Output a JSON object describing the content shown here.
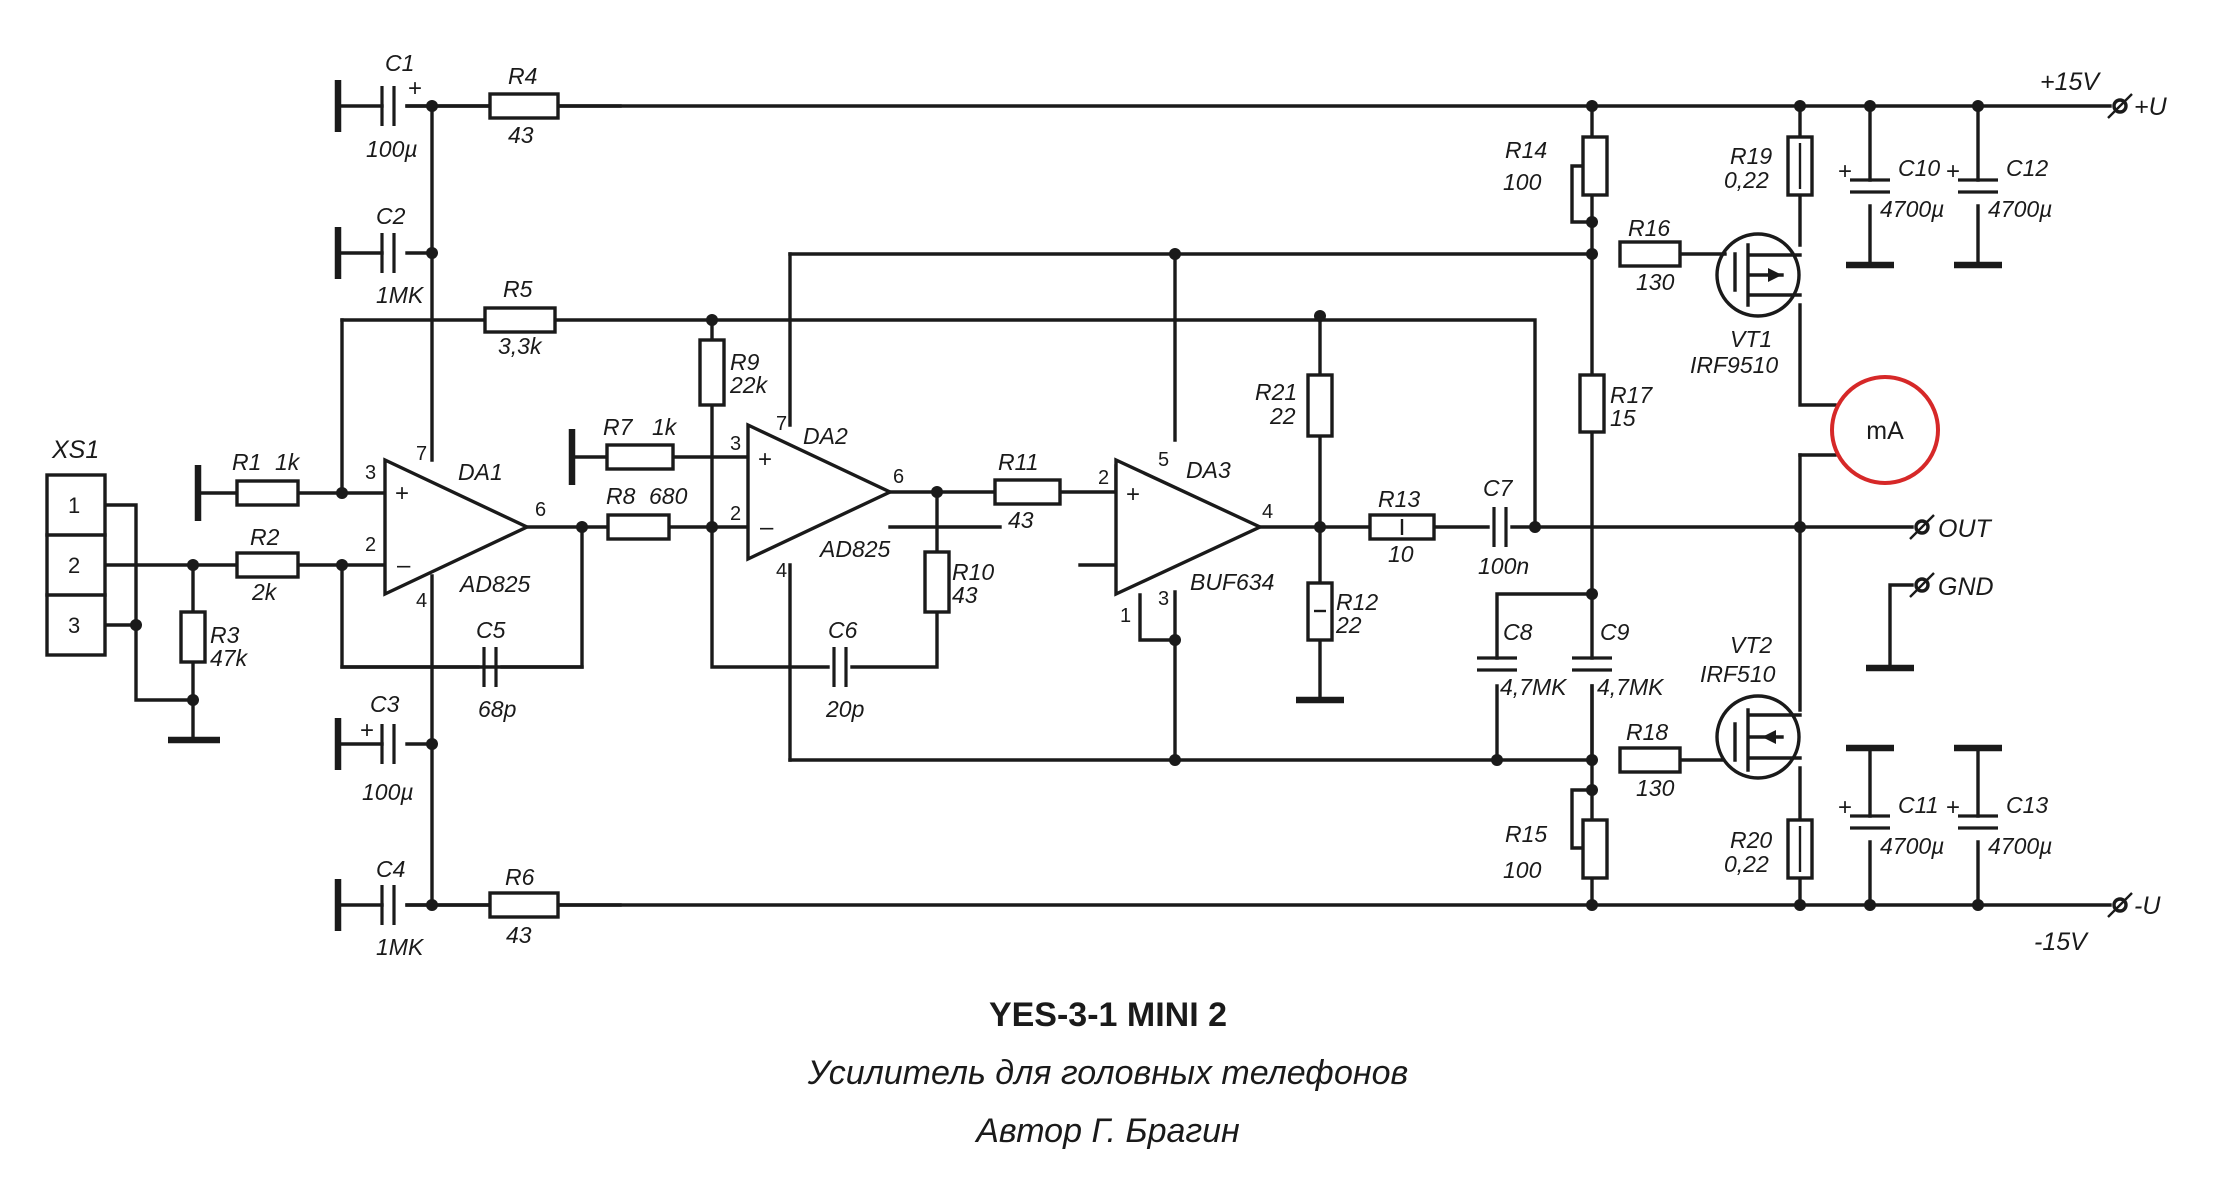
{
  "connector": {
    "ref": "XS1",
    "pins": [
      "1",
      "2",
      "3"
    ]
  },
  "opamps": {
    "da1": {
      "ref": "DA1",
      "type": "AD825",
      "pins": {
        "in_plus": "3",
        "in_minus": "2",
        "out": "6",
        "vplus": "7",
        "vminus": "4"
      }
    },
    "da2": {
      "ref": "DA2",
      "type": "AD825",
      "pins": {
        "in_plus": "3",
        "in_minus": "2",
        "out": "6",
        "vplus": "7",
        "vminus": "4"
      }
    },
    "da3": {
      "ref": "DA3",
      "type": "BUF634",
      "pins": {
        "in": "2",
        "out": "4",
        "vplus": "5",
        "vminus": "3",
        "bw": "1"
      }
    }
  },
  "resistors": {
    "r1": {
      "ref": "R1",
      "value": "1k"
    },
    "r2": {
      "ref": "R2",
      "value": "2k"
    },
    "r3": {
      "ref": "R3",
      "value": "47k"
    },
    "r4": {
      "ref": "R4",
      "value": "43"
    },
    "r5": {
      "ref": "R5",
      "value": "3,3k"
    },
    "r6": {
      "ref": "R6",
      "value": "43"
    },
    "r7": {
      "ref": "R7",
      "value": "1k"
    },
    "r8": {
      "ref": "R8",
      "value": "680"
    },
    "r9": {
      "ref": "R9",
      "value": "22k"
    },
    "r10": {
      "ref": "R10",
      "value": "43"
    },
    "r11": {
      "ref": "R11",
      "value": "43"
    },
    "r12": {
      "ref": "R12",
      "value": "22"
    },
    "r13": {
      "ref": "R13",
      "value": "10"
    },
    "r14": {
      "ref": "R14",
      "value": "100"
    },
    "r15": {
      "ref": "R15",
      "value": "100"
    },
    "r16": {
      "ref": "R16",
      "value": "130"
    },
    "r17": {
      "ref": "R17",
      "value": "15"
    },
    "r18": {
      "ref": "R18",
      "value": "130"
    },
    "r19": {
      "ref": "R19",
      "value": "0,22"
    },
    "r20": {
      "ref": "R20",
      "value": "0,22"
    },
    "r21": {
      "ref": "R21",
      "value": "22"
    }
  },
  "capacitors": {
    "c1": {
      "ref": "C1",
      "value": "100µ"
    },
    "c2": {
      "ref": "C2",
      "value": "1MK"
    },
    "c3": {
      "ref": "C3",
      "value": "100µ"
    },
    "c4": {
      "ref": "C4",
      "value": "1MK"
    },
    "c5": {
      "ref": "C5",
      "value": "68p"
    },
    "c6": {
      "ref": "C6",
      "value": "20p"
    },
    "c7": {
      "ref": "C7",
      "value": "100n"
    },
    "c8": {
      "ref": "C8",
      "value": "4,7MK"
    },
    "c9": {
      "ref": "C9",
      "value": "4,7MK"
    },
    "c10": {
      "ref": "C10",
      "value": "4700µ"
    },
    "c11": {
      "ref": "C11",
      "value": "4700µ"
    },
    "c12": {
      "ref": "C12",
      "value": "4700µ"
    },
    "c13": {
      "ref": "C13",
      "value": "4700µ"
    }
  },
  "transistors": {
    "vt1": {
      "ref": "VT1",
      "type": "IRF9510"
    },
    "vt2": {
      "ref": "VT2",
      "type": "IRF510"
    }
  },
  "meter": {
    "label": "mA",
    "circle_color": "#d62828"
  },
  "rails": {
    "pos_voltage": "+15V",
    "pos_terminal": "+U",
    "neg_voltage": "-15V",
    "neg_terminal": "-U"
  },
  "terminals": {
    "out": "OUT",
    "gnd": "GND"
  },
  "footer": {
    "title": "YES-3-1 MINI 2",
    "subtitle": "Усилитель для головных телефонов",
    "author": "Автор Г. Брагин"
  },
  "colors": {
    "ink": "#1a1a1a",
    "meter_ring": "#d62828"
  }
}
